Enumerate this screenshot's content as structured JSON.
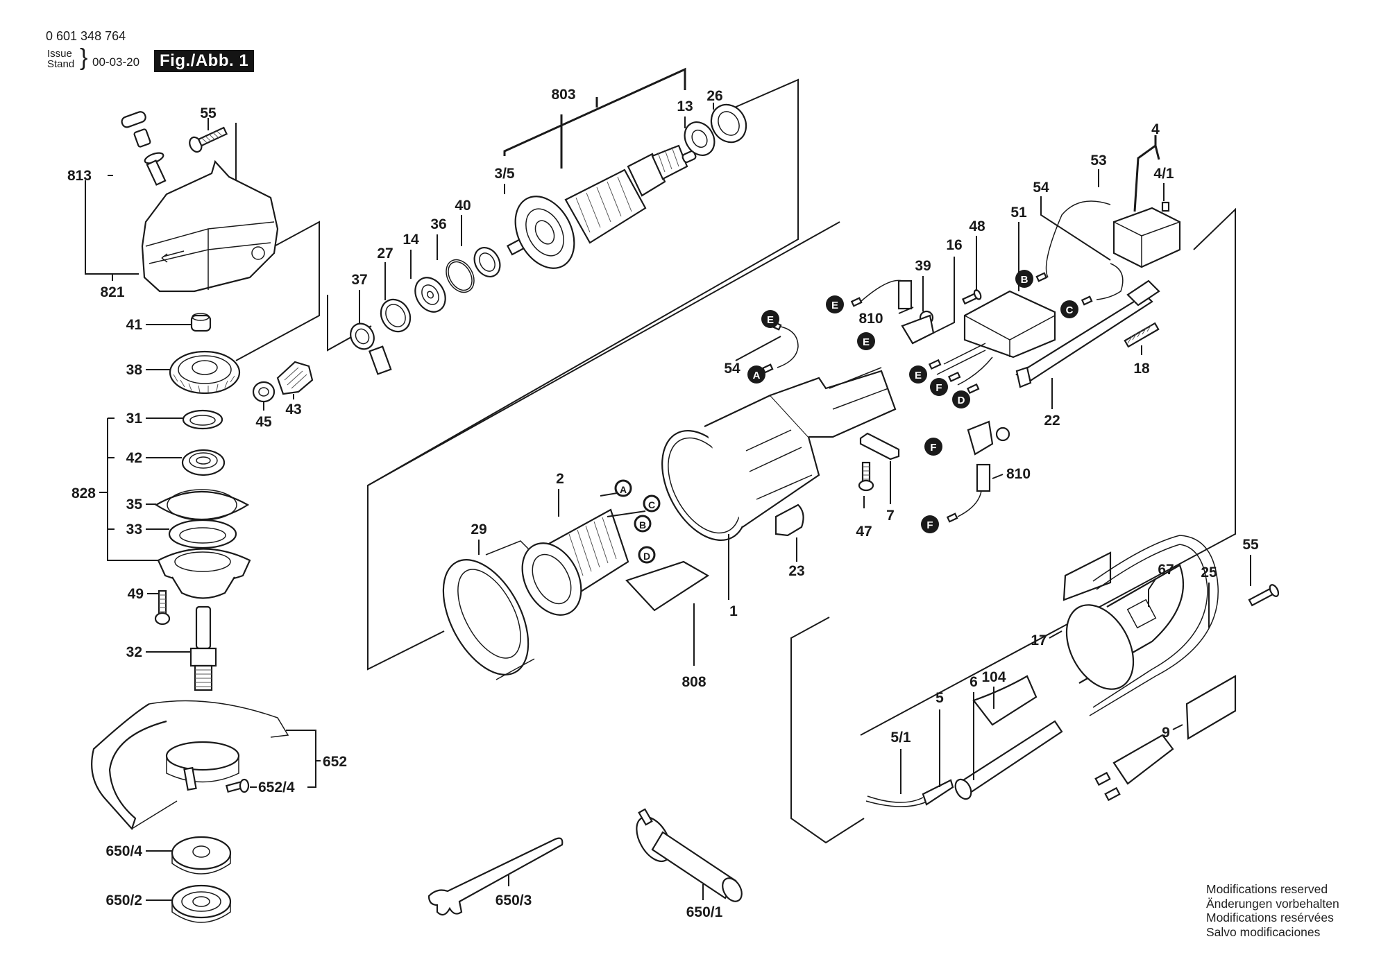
{
  "header": {
    "part_number": "0 601 348 764",
    "issue_label_en": "Issue",
    "issue_label_de": "Stand",
    "issue_date": "00-03-20",
    "figure_label": "Fig./Abb. 1"
  },
  "footer": {
    "lines": [
      "Modifications reserved",
      "Änderungen vorbehalten",
      "Modifications resérvées",
      "Salvo modificaciones"
    ]
  },
  "callouts": {
    "p55a": "55",
    "p813": "813",
    "p821": "821",
    "p41": "41",
    "p38": "38",
    "p31": "31",
    "p42": "42",
    "p828": "828",
    "p35": "35",
    "p33": "33",
    "p49": "49",
    "p32": "32",
    "p652": "652",
    "p652_4": "652/4",
    "p650_4": "650/4",
    "p650_2": "650/2",
    "p650_3": "650/3",
    "p650_1": "650/1",
    "p45": "45",
    "p43": "43",
    "p37": "37",
    "p27": "27",
    "p14": "14",
    "p36": "36",
    "p40": "40",
    "p3_5": "3/5",
    "p803": "803",
    "p13": "13",
    "p26": "26",
    "p29": "29",
    "p2": "2",
    "p808": "808",
    "p1": "1",
    "p54a": "54",
    "p810a": "810",
    "p39": "39",
    "p16": "16",
    "p48": "48",
    "p51": "51",
    "p54b": "54",
    "p53": "53",
    "p4": "4",
    "p4_1": "4/1",
    "p18": "18",
    "p22": "22",
    "p7": "7",
    "p47": "47",
    "p23": "23",
    "p810b": "810",
    "p55b": "55",
    "p25": "25",
    "p67": "67",
    "p17": "17",
    "p104": "104",
    "p6": "6",
    "p5": "5",
    "p5_1": "5/1",
    "p9": "9"
  },
  "connectors": {
    "A": "A",
    "B": "B",
    "C": "C",
    "D": "D",
    "E": "E",
    "F": "F"
  }
}
